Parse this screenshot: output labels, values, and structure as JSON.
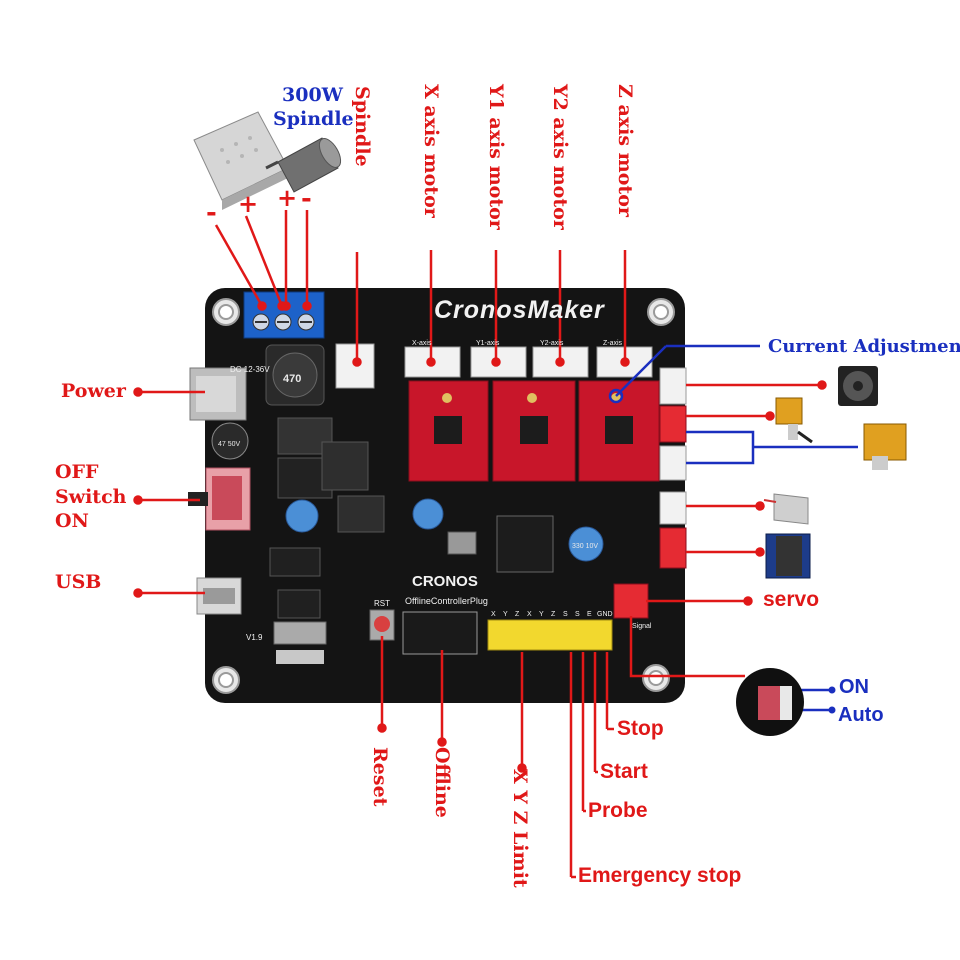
{
  "colors": {
    "label_red": "#e01818",
    "label_blue": "#1a2fbf",
    "board": "#141414",
    "driver_red": "#c8162a",
    "terminal_blue": "#1d62c9",
    "header_yellow": "#f2d82e"
  },
  "top": {
    "spindle_power": "300W",
    "spindle_power_2": "Spindle",
    "spindle_label": "Spindle",
    "x_motor": "X axis motor",
    "y1_motor": "Y1 axis motor",
    "y2_motor": "Y2 axis motor",
    "z_motor": "Z axis motor",
    "polarity": [
      "-",
      "+",
      "+",
      "-"
    ]
  },
  "left": {
    "power": "Power",
    "off": "OFF",
    "switch": "Switch",
    "on": "ON",
    "usb": "USB"
  },
  "right": {
    "current_adjustment": "Current Adjustment",
    "servo": "servo",
    "on": "ON",
    "auto": "Auto"
  },
  "bottom": {
    "reset": "Reset",
    "offline": "Offline",
    "limit": "X Y Z Limit",
    "stop": "Stop",
    "start": "Start",
    "probe": "Probe",
    "emergency": "Emergency stop"
  },
  "board": {
    "brand": "CronosMaker",
    "chip_brand": "CRONOS",
    "offline_plug": "OfflineControllerPlug",
    "version": "V1.9",
    "dc_input": "DC 12-36V",
    "rst": "RST",
    "axis_headers": [
      "X-axis",
      "Y1-axis",
      "Y2-axis",
      "Z-axis"
    ],
    "inductor": "470",
    "cap_1": "47 50V",
    "cap_2": "330 10V",
    "header_pins": [
      "X",
      "Y",
      "Z",
      "X",
      "Y",
      "Z",
      "S",
      "S",
      "E",
      "GND"
    ],
    "signal": "Signal"
  }
}
